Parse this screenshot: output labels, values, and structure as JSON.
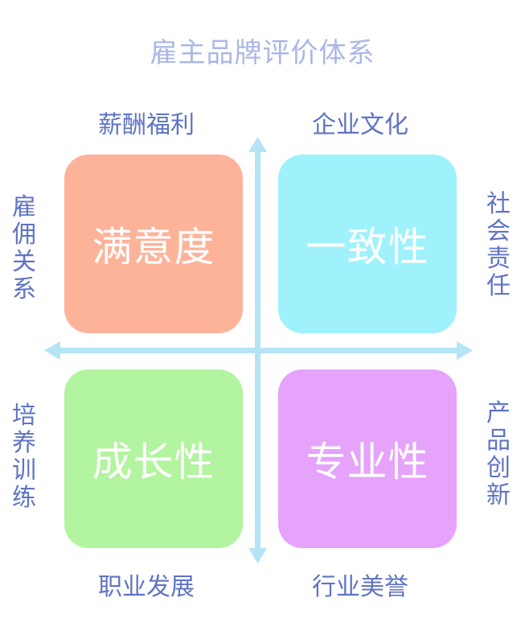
{
  "title": "雇主品牌评价体系",
  "labels": {
    "top_left": "薪酬福利",
    "top_right": "企业文化",
    "bottom_left": "职业发展",
    "bottom_right": "行业美誉",
    "left_upper": "雇佣关系",
    "left_lower": "培养训练",
    "right_upper": "社会责任",
    "right_lower": "产品创新"
  },
  "quadrants": {
    "top_left": "满意度",
    "top_right": "一致性",
    "bottom_left": "成长性",
    "bottom_right": "专业性"
  },
  "colors": {
    "title": "#aab8e6",
    "label": "#5f74c4",
    "axis": "#b4e4f6",
    "top_left": "#fdb39a",
    "top_right": "#9ff2fc",
    "bottom_left": "#b2f49f",
    "bottom_right": "#e5a3fc"
  }
}
